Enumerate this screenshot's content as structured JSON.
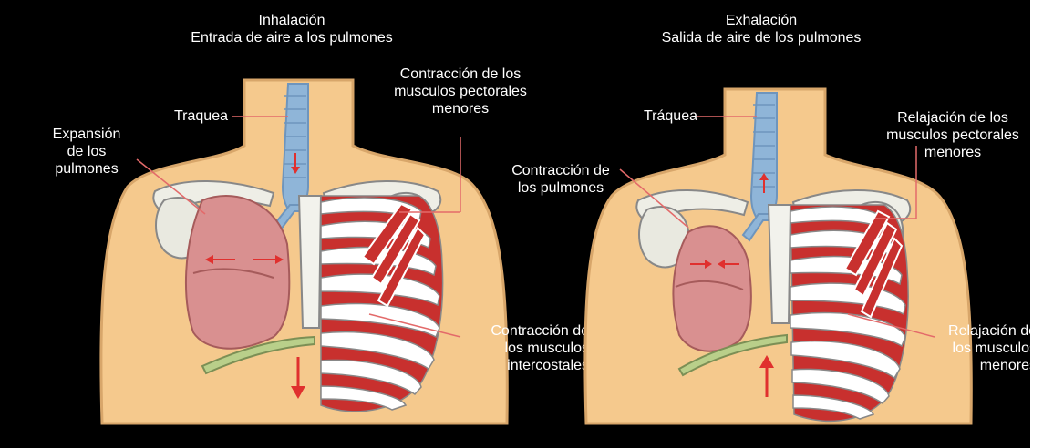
{
  "colors": {
    "background": "#000000",
    "skin": "#F5C98D",
    "skin_shade": "#D8A66A",
    "trachea": "#8FB5D8",
    "lung": "#D99090",
    "muscle": "#C8302E",
    "rib": "#FFFFFF",
    "diaphragm": "#B9CF8A",
    "arrow": "#E0302E",
    "text": "#FFFFFF"
  },
  "left": {
    "title": "Inhalación",
    "subtitle": "Entrada de aire a los pulmones",
    "trachea_label": "Traquea",
    "lungs_label": "Expansión\nde los\npulmones",
    "pectoral_label": "Contracción de los\nmusculos pectorales\nmenores",
    "intercostal_label": "Contracción de\nlos musculos\nintercostales",
    "diaphragm_arrow": "down-arrow-icon"
  },
  "right": {
    "title": "Exhalación",
    "subtitle": "Salida de aire de los pulmones",
    "trachea_label": "Tráquea",
    "lungs_label": "Contracción de\nlos pulmones",
    "pectoral_label": "Relajación de los\nmusculos pectorales\nmenores",
    "intercostal_label": "Relajación de\nlos musculos\nmenores",
    "diaphragm_arrow": "up-arrow-icon"
  }
}
